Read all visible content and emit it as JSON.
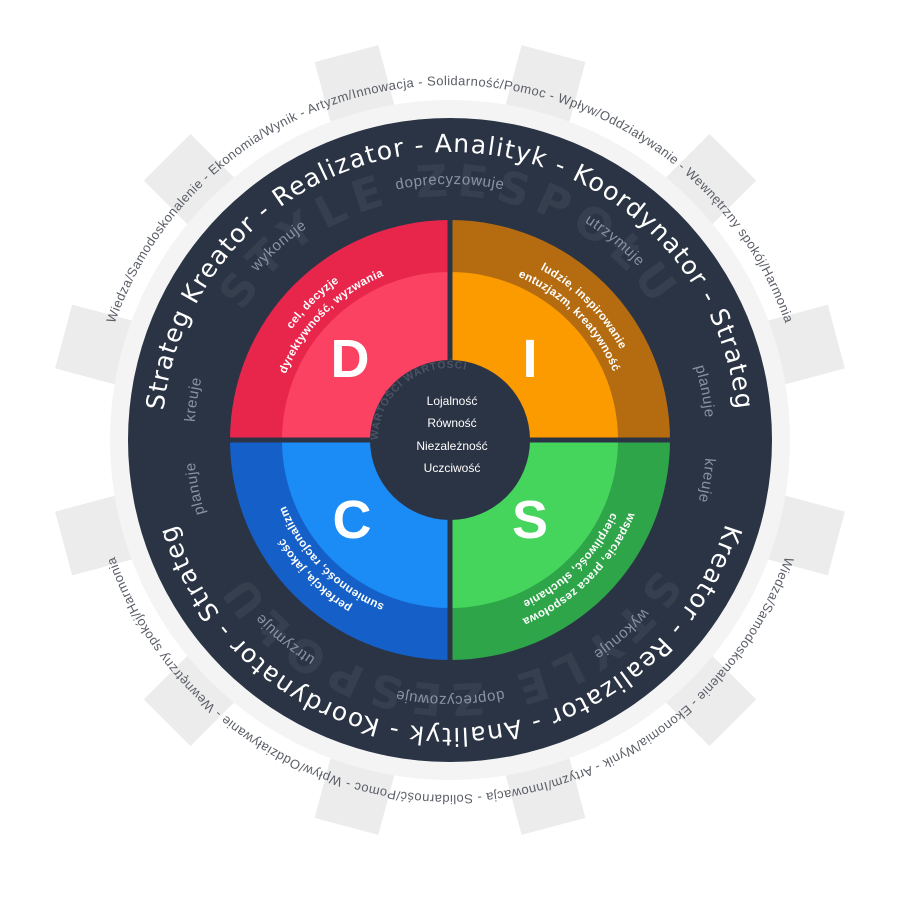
{
  "colors": {
    "dark": "#2b3444",
    "red": "#e8264b",
    "red_light": "#fb4263",
    "orange": "#b56c10",
    "orange_light": "#fb9b00",
    "green": "#2ea548",
    "green_light": "#45d45c",
    "blue": "#1460c8",
    "blue_light": "#1b8bf5",
    "gear_shade": "#e9e9e9"
  },
  "outer_values": {
    "top": "Wiedza/Samodoskonalenie - Ekonomia/Wynik - Artyzm/Innowacja - Solidarność/Pomoc - Wpływ/Oddziaływanie - Wewnętrzny spokój/Harmonia",
    "bottom": "Wiedza/Samodoskonalenie - Ekonomia/Wynik - Artyzm/Innowacja - Solidarność/Pomoc - Wpływ/Oddziaływanie - Wewnętrzny spokój/Harmonia"
  },
  "roles": {
    "top": "Strateg  Kreator  -  Realizator  -  Analityk  -  Koordynator  -  Strateg",
    "bottom": "Kreator  -  Realizator  -  Analityk  -  Koordynator  -  Strateg"
  },
  "verbs": {
    "top": [
      "kreuje",
      "wykonuje",
      "doprecyzowuje",
      "utrzymuje",
      "planuje"
    ],
    "bottom": [
      "kreuje",
      "wykonuje",
      "doprecyzowuje",
      "utrzymuje",
      "planuje"
    ]
  },
  "watermark": {
    "top": "STYLE ZESPOŁU",
    "bottom": "STYLE ZESPOŁU"
  },
  "quadrants": {
    "D": {
      "letter": "D",
      "line1": "cel, decyzje",
      "line2": "dyrektywność, wyzwania"
    },
    "I": {
      "letter": "I",
      "line1": "ludzie, inspirowanie",
      "line2": "entuzjazm, kreatywność"
    },
    "S": {
      "letter": "S",
      "line1": "wsparcie, praca zespołowa",
      "line2": "cierpliwość, słuchanie"
    },
    "C": {
      "letter": "C",
      "line1": "perfekcja, jakość",
      "line2": "sumienność, racjonalizm"
    }
  },
  "center": {
    "ring_label": "WARTOŚCI WARTOŚCI",
    "values": [
      "Lojalność",
      "Równość",
      "Niezależność",
      "Uczciwość"
    ]
  }
}
